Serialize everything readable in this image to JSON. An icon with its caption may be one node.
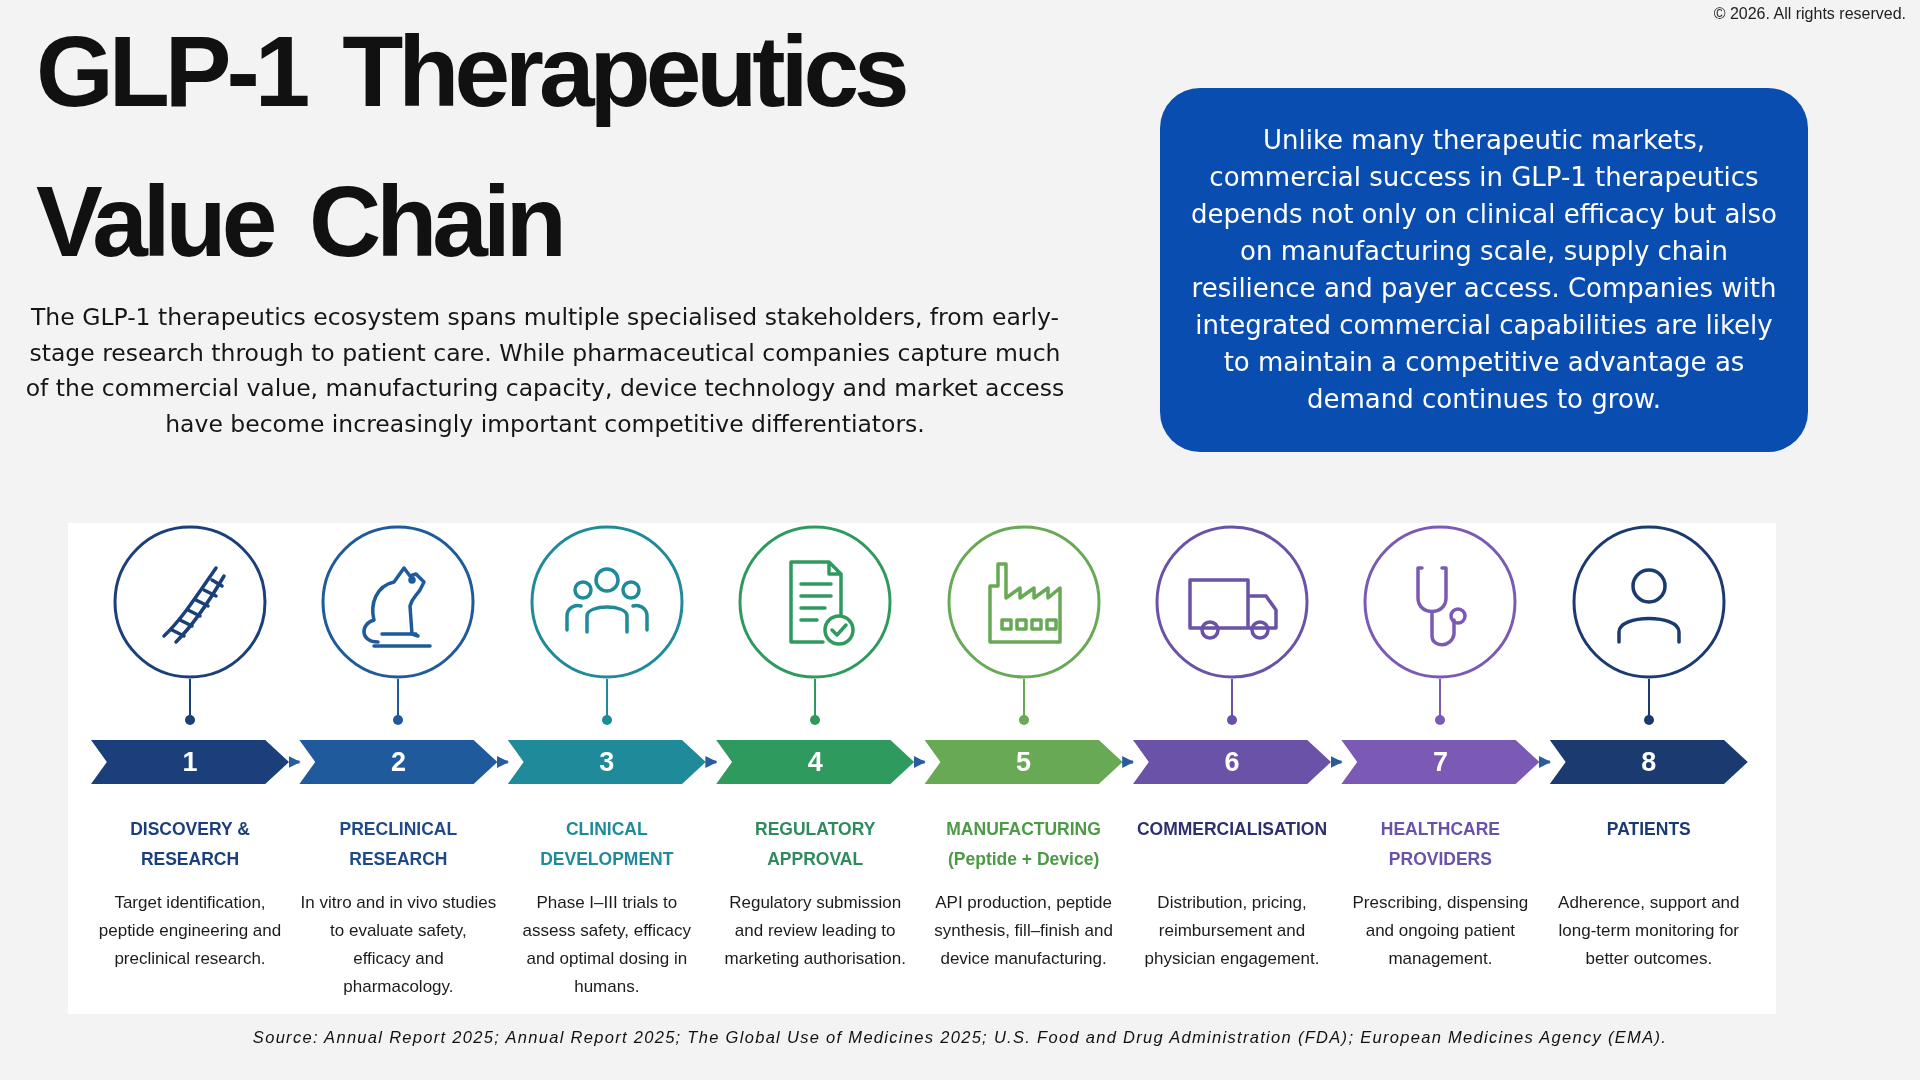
{
  "diagram": {
    "title": "GLP-1 Therapeutics Value Chain",
    "caption": "Source: Annual Report 2025; Annual Report 2025; The Global Use of Medicines 2025; U.S. Food and Drug Administration (FDA); European Medicines Agency (EMA).",
    "nodes": [
      {
        "text": [
          "1",
          "DISCOVERY & RESEARCH",
          "Target identification, peptide engineering and preclinical research."
        ]
      },
      {
        "text": [
          "2",
          "PRECLINICAL RESEARCH",
          "In vitro and in vivo studies to evaluate safety, efficacy and pharmacology."
        ]
      },
      {
        "text": [
          "3",
          "CLINICAL DEVELOPMENT",
          "Phase I–III trials to assess safety, efficacy and optimal dosing in humans."
        ]
      },
      {
        "text": [
          "4",
          "REGULATORY APPROVAL",
          "Regulatory submission and review leading to marketing authorisation."
        ]
      },
      {
        "text": [
          "5",
          "MANUFACTURING (Peptide + Device)",
          "API production, peptide synthesis, fill–finish and device manufacturing."
        ]
      },
      {
        "text": [
          "6",
          "COMMERCIALISATION",
          "Distribution, pricing, reimbursement and physician engagement."
        ]
      },
      {
        "text": [
          "7",
          "HEALTHCARE PROVIDERS",
          "Prescribing, dispensing and ongoing patient management."
        ]
      },
      {
        "text": [
          "8",
          "PATIENTS",
          "Adherence, support and long-term monitoring for better outcomes."
        ]
      },
      {
        "text": [
          "Unlike many therapeutic markets, commercial success in GLP-1 therapeutics depends not only on clinical efficacy but also on manufacturing scale, supply chain resilience and payer access. Companies with integrated commercial capabilities are likely to maintain a competitive advantage as demand continues to grow."
        ]
      }
    ],
    "edges": [
      {
        "from": 0,
        "to": 1,
        "arrow": "to"
      },
      {
        "from": 1,
        "to": 2,
        "arrow": "to"
      },
      {
        "from": 2,
        "to": 3,
        "arrow": "to"
      },
      {
        "from": 3,
        "to": 4,
        "arrow": "to"
      },
      {
        "from": 4,
        "to": 5,
        "arrow": "to"
      },
      {
        "from": 5,
        "to": 6,
        "arrow": "to"
      },
      {
        "from": 6,
        "to": 7,
        "arrow": "to"
      }
    ],
    "labels": [
      "© 2026. All rights reserved.",
      "The GLP-1 therapeutics ecosystem spans multiple specialised stakeholders, from early-stage research through to patient care. While pharmaceutical companies capture much of the commercial value, manufacturing capacity, device technology and market access have become increasingly important competitive differentiators."
    ]
  }
}
